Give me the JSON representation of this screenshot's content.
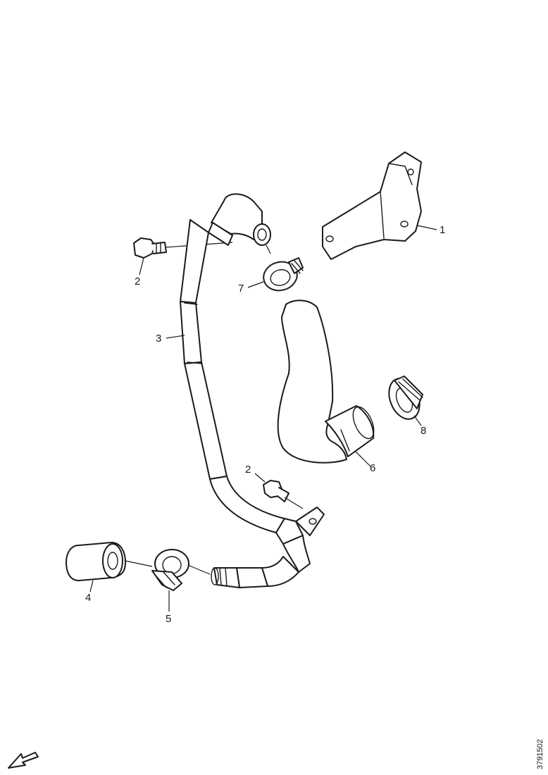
{
  "callouts": {
    "c1": "1",
    "c2a": "2",
    "c2b": "2",
    "c3": "3",
    "c4": "4",
    "c5": "5",
    "c6": "6",
    "c7": "7",
    "c8": "8"
  },
  "reference_number": "3791502",
  "colors": {
    "line": "#1a1a1a",
    "background": "#ffffff"
  },
  "icons": {
    "orientation_arrow": "arrow-down-left-icon"
  }
}
